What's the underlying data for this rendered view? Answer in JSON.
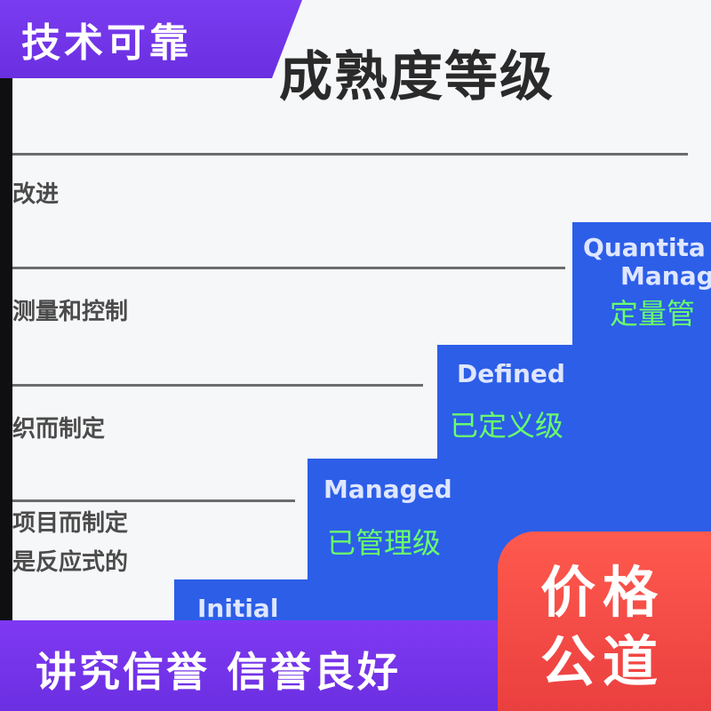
{
  "image": {
    "title_visible": "成熟度等级",
    "left_labels": [
      "改进",
      "测量和控制",
      "织而制定",
      "项目而制定",
      "是反应式的"
    ],
    "steps": [
      {
        "en": "Initial",
        "cn": ""
      },
      {
        "en": "Managed",
        "cn": "已管理级"
      },
      {
        "en": "Defined",
        "cn": "已定义级"
      },
      {
        "en": "Quantita",
        "en2": "Manag",
        "cn": "定量管"
      }
    ]
  },
  "overlay": {
    "badge_top_left": "技术可靠",
    "bottom_text": "讲究信誉   信誉良好",
    "price_line1": "价格",
    "price_line2": "公道"
  },
  "colors": {
    "purple": "#6f33e8",
    "red": "#f04a45",
    "step_blue": "#2c5ee8",
    "green_text": "#69ff6c"
  }
}
